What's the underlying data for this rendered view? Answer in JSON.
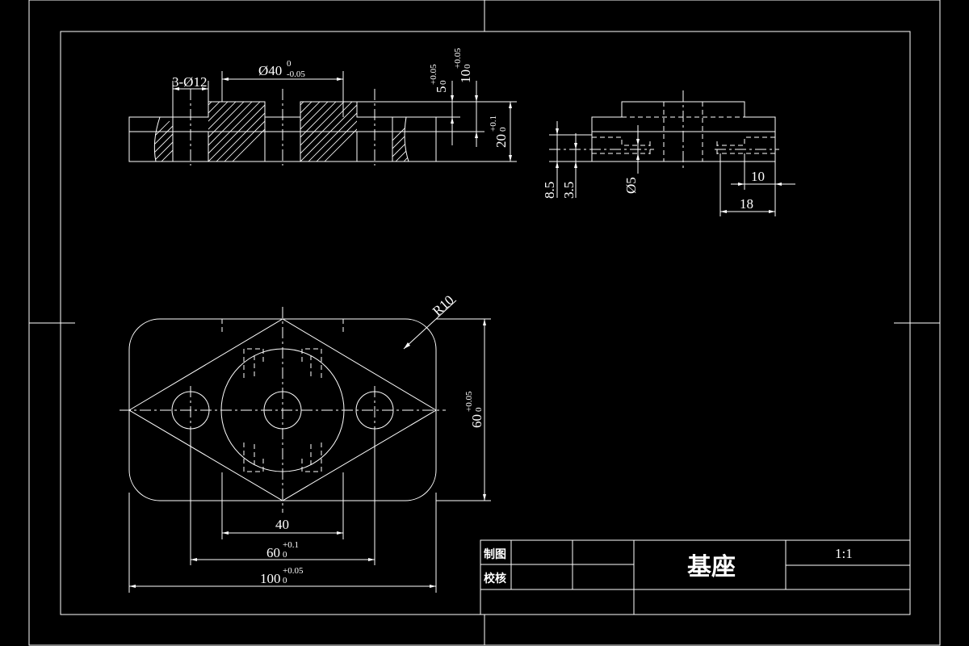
{
  "title_block": {
    "part_name": "基座",
    "scale": "1:1",
    "drawn_label": "制图",
    "checked_label": "校核"
  },
  "section_view": {
    "holes_label": "3-Ø12",
    "bore_dim": "Ø40",
    "bore_tol_upper": "0",
    "bore_tol_lower": "-0.05",
    "step5_nominal": "5",
    "step5_tol_upper": "+0.05",
    "step5_tol_lower": "0",
    "step10_nominal": "10",
    "step10_tol_upper": "+0.05",
    "step10_tol_lower": "0",
    "height_nominal": "20",
    "height_tol_upper": "+0.1",
    "height_tol_lower": "0"
  },
  "side_view": {
    "dim_8_5": "8.5",
    "dim_3_5": "3.5",
    "dim_phi5": "Ø5",
    "dim_10": "10",
    "dim_18": "18"
  },
  "top_view": {
    "radius_label": "R10",
    "dim_40": "40",
    "dim_60_nominal": "60",
    "dim_60_tol_upper": "+0.1",
    "dim_60_tol_lower": "0",
    "dim_100_nominal": "100",
    "dim_100_tol_upper": "+0.05",
    "dim_100_tol_lower": "0",
    "height_nominal": "60",
    "height_tol_upper": "+0.05",
    "height_tol_lower": "0"
  },
  "colors": {
    "background": "#000000",
    "line": "#ffffff"
  }
}
